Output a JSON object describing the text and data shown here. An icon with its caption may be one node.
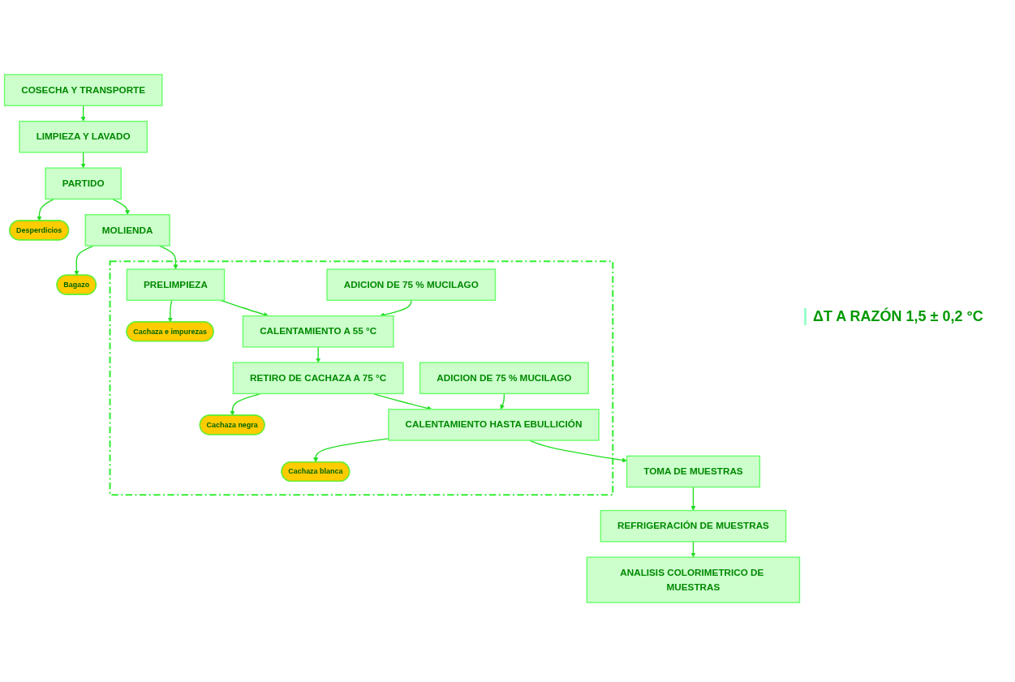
{
  "diagram": {
    "nodes": [
      {
        "text": [
          "COSECHA Y TRANSPORTE"
        ]
      },
      {
        "text": [
          "LIMPIEZA Y LAVADO"
        ]
      },
      {
        "text": [
          "PARTIDO"
        ]
      },
      {
        "text": [
          "Desperdicios"
        ]
      },
      {
        "text": [
          "MOLIENDA"
        ]
      },
      {
        "text": [
          "Bagazo"
        ]
      },
      {
        "text": [],
        "shape": "box"
      },
      {
        "text": [
          "PRELIMPIEZA"
        ],
        "in": 6
      },
      {
        "text": [
          "Cachaza e impurezas"
        ],
        "in": 6
      },
      {
        "text": [
          "ADICION DE 75 % MUCILAGO"
        ],
        "in": 6
      },
      {
        "text": [
          "CALENTAMIENTO A 55 °C"
        ],
        "in": 6
      },
      {
        "text": [
          "RETIRO DE CACHAZA A 75 °C"
        ],
        "in": 6
      },
      {
        "text": [
          "Cachaza negra"
        ],
        "in": 6
      },
      {
        "text": [
          "ADICION DE 75 % MUCILAGO"
        ],
        "in": 6
      },
      {
        "text": [
          "CALENTAMIENTO HASTA EBULLICIÓN"
        ],
        "in": 6
      },
      {
        "text": [
          "Cachaza blanca"
        ],
        "in": 6
      },
      {
        "text": [
          "TOMA DE MUESTRAS"
        ]
      },
      {
        "text": [
          "REFRIGERACIÓN DE MUESTRAS"
        ]
      },
      {
        "text": [
          "ANALISIS COLORIMETRICO DE MUESTRAS"
        ]
      }
    ],
    "edges": [
      {
        "from": 0,
        "to": 1,
        "arrow": "to"
      },
      {
        "from": 1,
        "to": 2,
        "arrow": "to"
      },
      {
        "from": 2,
        "to": 3,
        "arrow": "to"
      },
      {
        "from": 2,
        "to": 4,
        "arrow": "to"
      },
      {
        "from": 4,
        "to": 5,
        "arrow": "to"
      },
      {
        "from": 4,
        "to": 7,
        "arrow": "to"
      },
      {
        "from": 7,
        "to": 8,
        "arrow": "to"
      },
      {
        "from": 7,
        "to": 10,
        "arrow": "to"
      },
      {
        "from": 9,
        "to": 10,
        "arrow": "to"
      },
      {
        "from": 10,
        "to": 11,
        "arrow": "to"
      },
      {
        "from": 11,
        "to": 12,
        "arrow": "to"
      },
      {
        "from": 11,
        "to": 14,
        "arrow": "to"
      },
      {
        "from": 13,
        "to": 14,
        "arrow": "to"
      },
      {
        "from": 14,
        "to": 15,
        "arrow": "to"
      },
      {
        "from": 14,
        "to": 16,
        "arrow": "to"
      },
      {
        "from": 16,
        "to": 17,
        "arrow": "to"
      },
      {
        "from": 17,
        "to": 18,
        "arrow": "to"
      }
    ],
    "labels": [
      "ΔT A RAZÓN 1,5 ± 0,2 °C"
    ]
  }
}
